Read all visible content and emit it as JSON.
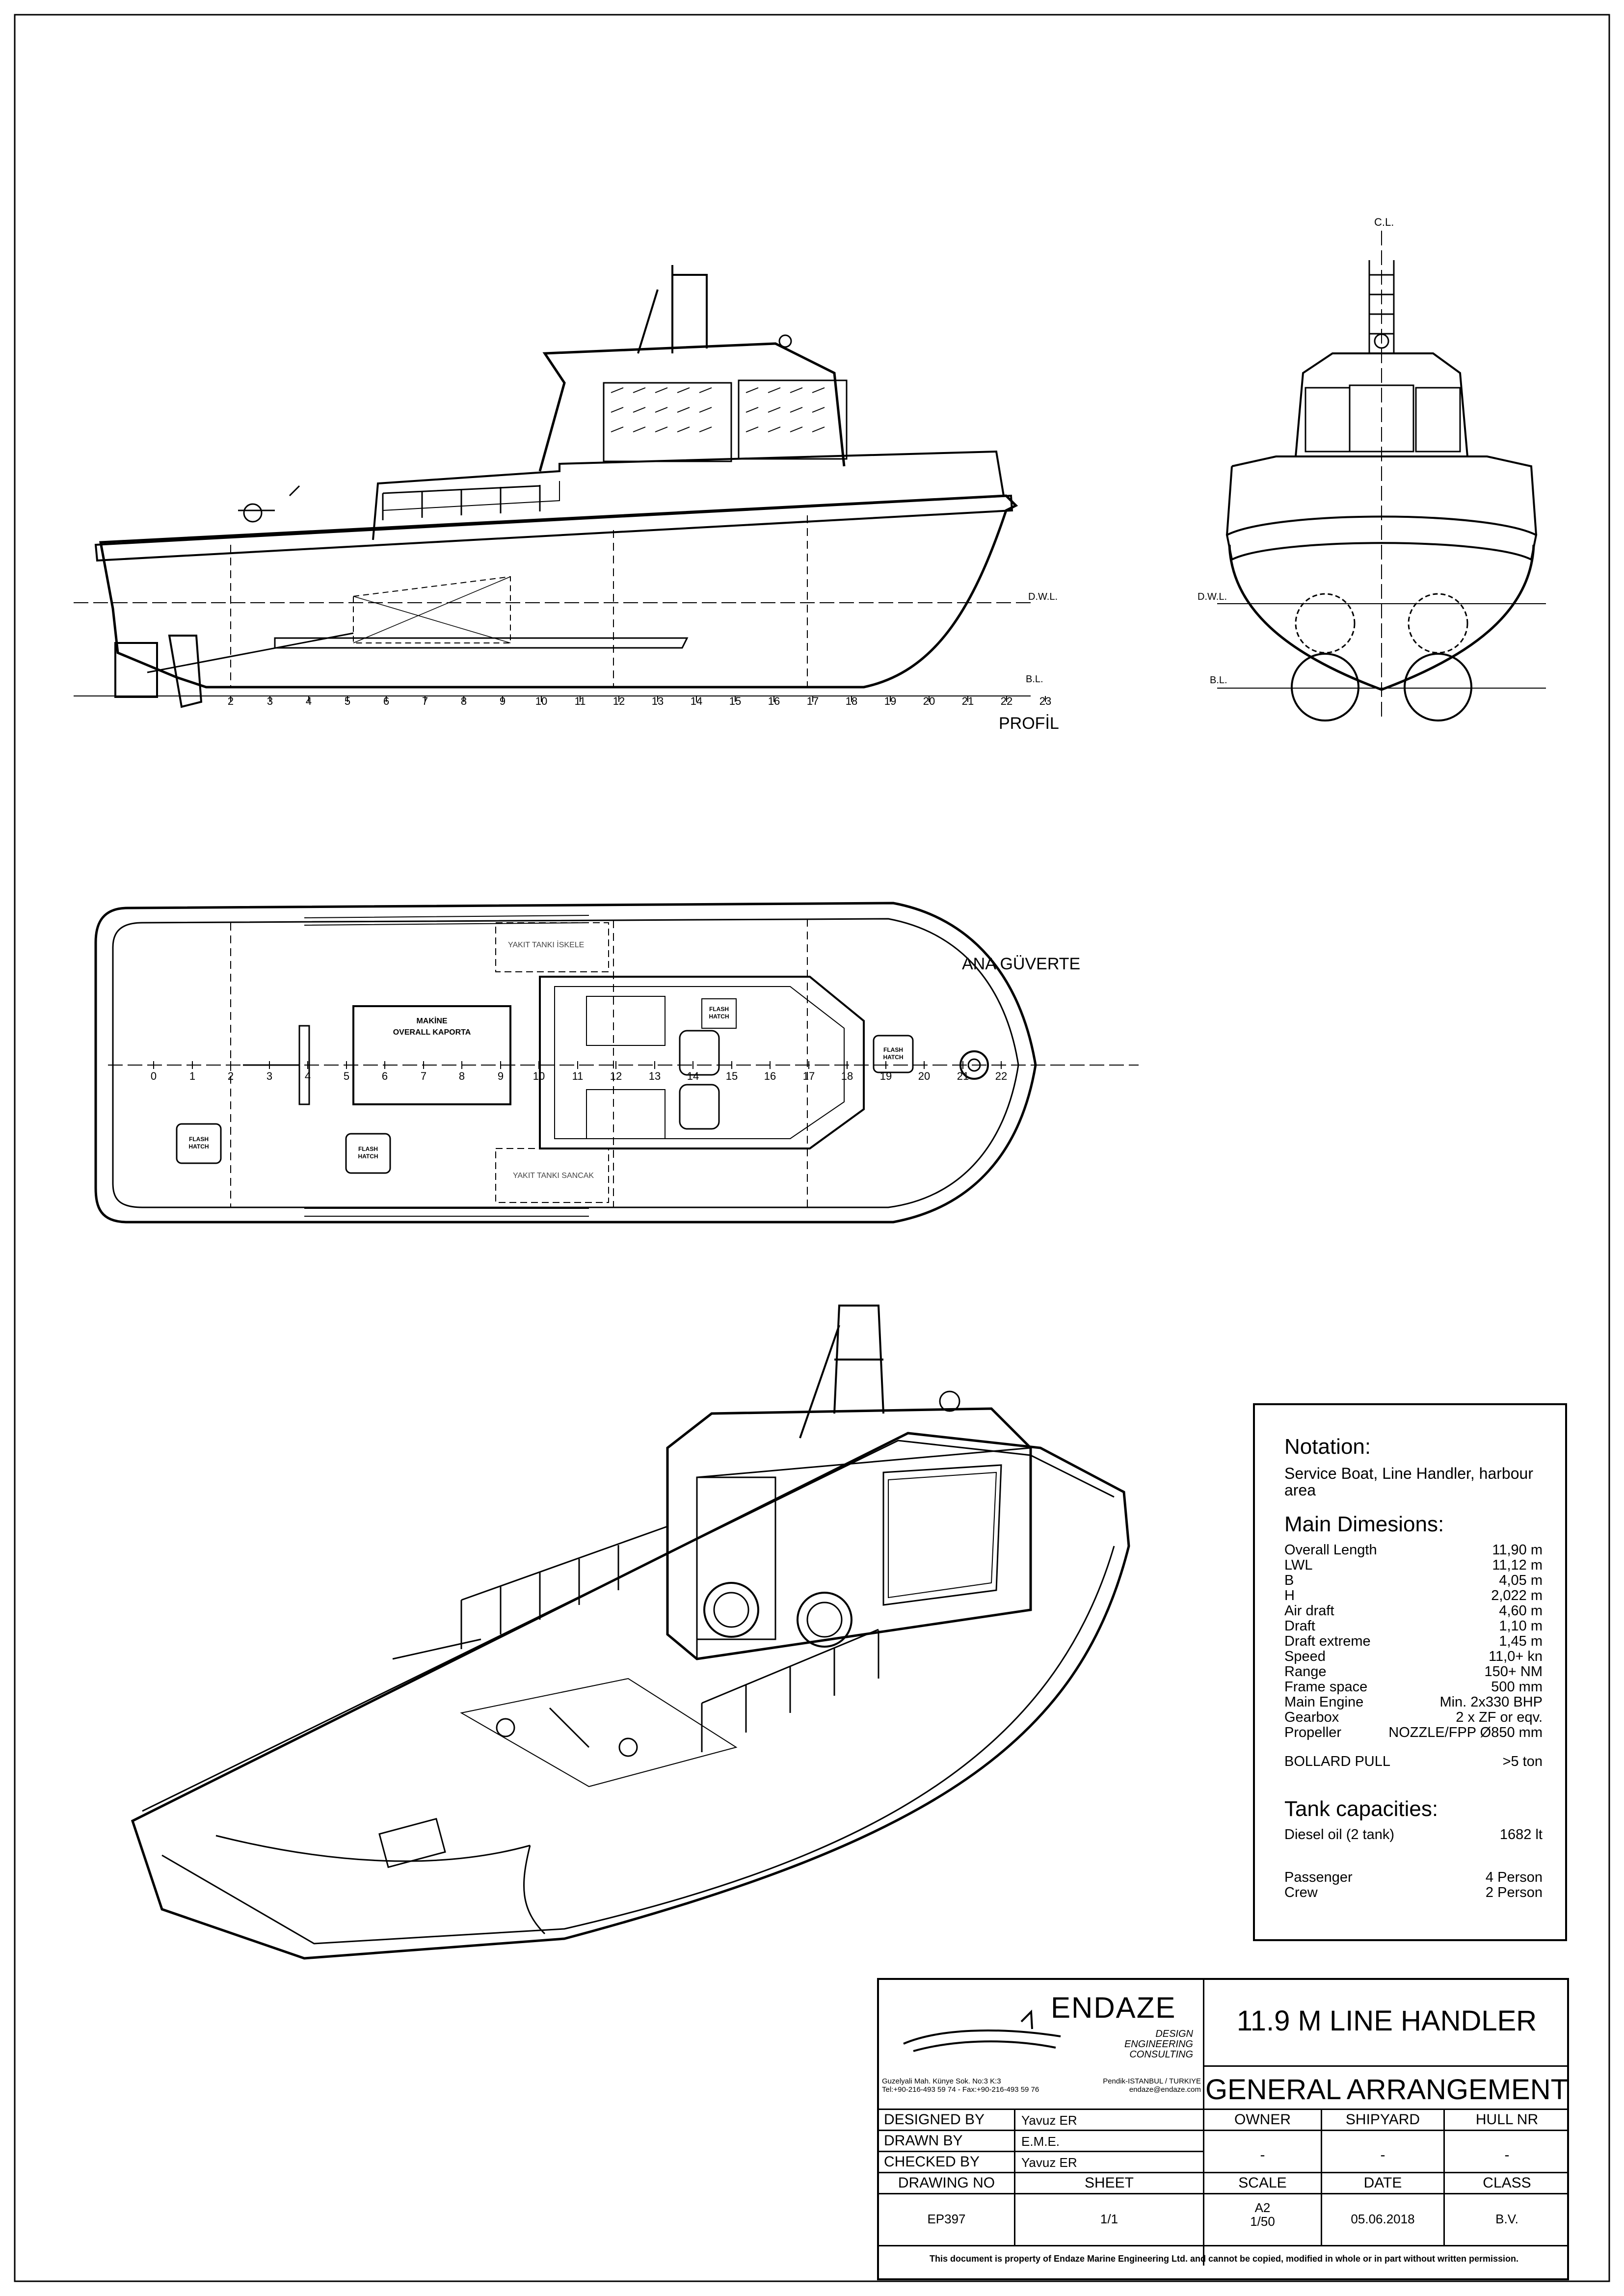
{
  "views": {
    "profile_label": "PROFİL",
    "front_cl": "C.L.",
    "dwl": "D.W.L.",
    "bl": "B.L.",
    "deck_label": "ANA GÜVERTE",
    "profile_frames": [
      "2",
      "3",
      "4",
      "5",
      "6",
      "7",
      "8",
      "9",
      "10",
      "11",
      "12",
      "13",
      "14",
      "15",
      "16",
      "17",
      "18",
      "19",
      "20",
      "21",
      "22",
      "23"
    ],
    "deck_frames": [
      "0",
      "1",
      "2",
      "3",
      "4",
      "5",
      "6",
      "7",
      "8",
      "9",
      "10",
      "11",
      "12",
      "13",
      "14",
      "15",
      "16",
      "17",
      "18",
      "19",
      "20",
      "21",
      "22"
    ],
    "machine_hatch": [
      "MAKİNE",
      "OVERALL KAPORTA"
    ],
    "fuel_port": "YAKIT TANKI İSKELE",
    "fuel_stbd": "YAKIT TANKI SANCAK",
    "flash_hatch": [
      "FLASH",
      "HATCH"
    ]
  },
  "notation": {
    "title": "Notation:",
    "description": "Service Boat, Line Handler, harbour area",
    "dims_title": "Main Dimesions:",
    "dims": [
      {
        "k": "Overall Length",
        "v": "11,90 m"
      },
      {
        "k": "LWL",
        "v": "11,12 m"
      },
      {
        "k": "B",
        "v": "4,05 m"
      },
      {
        "k": "H",
        "v": "2,022 m"
      },
      {
        "k": "Air draft",
        "v": "4,60 m"
      },
      {
        "k": "Draft",
        "v": "1,10 m"
      },
      {
        "k": "Draft extreme",
        "v": "1,45 m"
      },
      {
        "k": "Speed",
        "v": "11,0+ kn"
      },
      {
        "k": "Range",
        "v": "150+ NM"
      },
      {
        "k": "Frame space",
        "v": "500 mm"
      },
      {
        "k": "Main Engine",
        "v": "Min. 2x330 BHP"
      },
      {
        "k": "Gearbox",
        "v": "2 x ZF or eqv."
      },
      {
        "k": "Propeller",
        "v": "NOZZLE/FPP Ø850 mm"
      }
    ],
    "bollard_k": "BOLLARD PULL",
    "bollard_v": ">5 ton",
    "tank_title": "Tank capacities:",
    "tank_k": "Diesel oil (2 tank)",
    "tank_v": "1682 lt",
    "passenger_k": "Passenger",
    "passenger_v": "4 Person",
    "crew_k": "Crew",
    "crew_v": "2 Person"
  },
  "title_block": {
    "company": "ENDAZE",
    "tagline": [
      "DESIGN",
      "ENGINEERING",
      "CONSULTING"
    ],
    "address": "Guzelyali Mah. Künye Sok. No:3 K:3",
    "city": "Pendik-ISTANBUL / TURKIYE",
    "tel": "Tel:+90-216-493 59 74 - Fax:+90-216-493 59 76",
    "email": "endaze@endaze.com",
    "project": "11.9 M LINE HANDLER",
    "drawing_title": "GENERAL ARRANGEMENT",
    "designed_by_k": "DESIGNED BY",
    "designed_by_v": "Yavuz ER",
    "drawn_by_k": "DRAWN BY",
    "drawn_by_v": "E.M.E.",
    "checked_by_k": "CHECKED BY",
    "checked_by_v": "Yavuz ER",
    "owner_k": "OWNER",
    "owner_v": "-",
    "shipyard_k": "SHIPYARD",
    "shipyard_v": "-",
    "hull_k": "HULL NR",
    "hull_v": "-",
    "drawing_no_k": "DRAWING NO",
    "drawing_no_v": "EP397",
    "sheet_k": "SHEET",
    "sheet_v": "1/1",
    "scale_k": "SCALE",
    "scale_v1": "A2",
    "scale_v2": "1/50",
    "date_k": "DATE",
    "date_v": "05.06.2018",
    "class_k": "CLASS",
    "class_v": "B.V.",
    "disclaimer": "This document is property of  Endaze Marine Engineering Ltd. and cannot be copied, modified in whole or in part without written permission."
  }
}
